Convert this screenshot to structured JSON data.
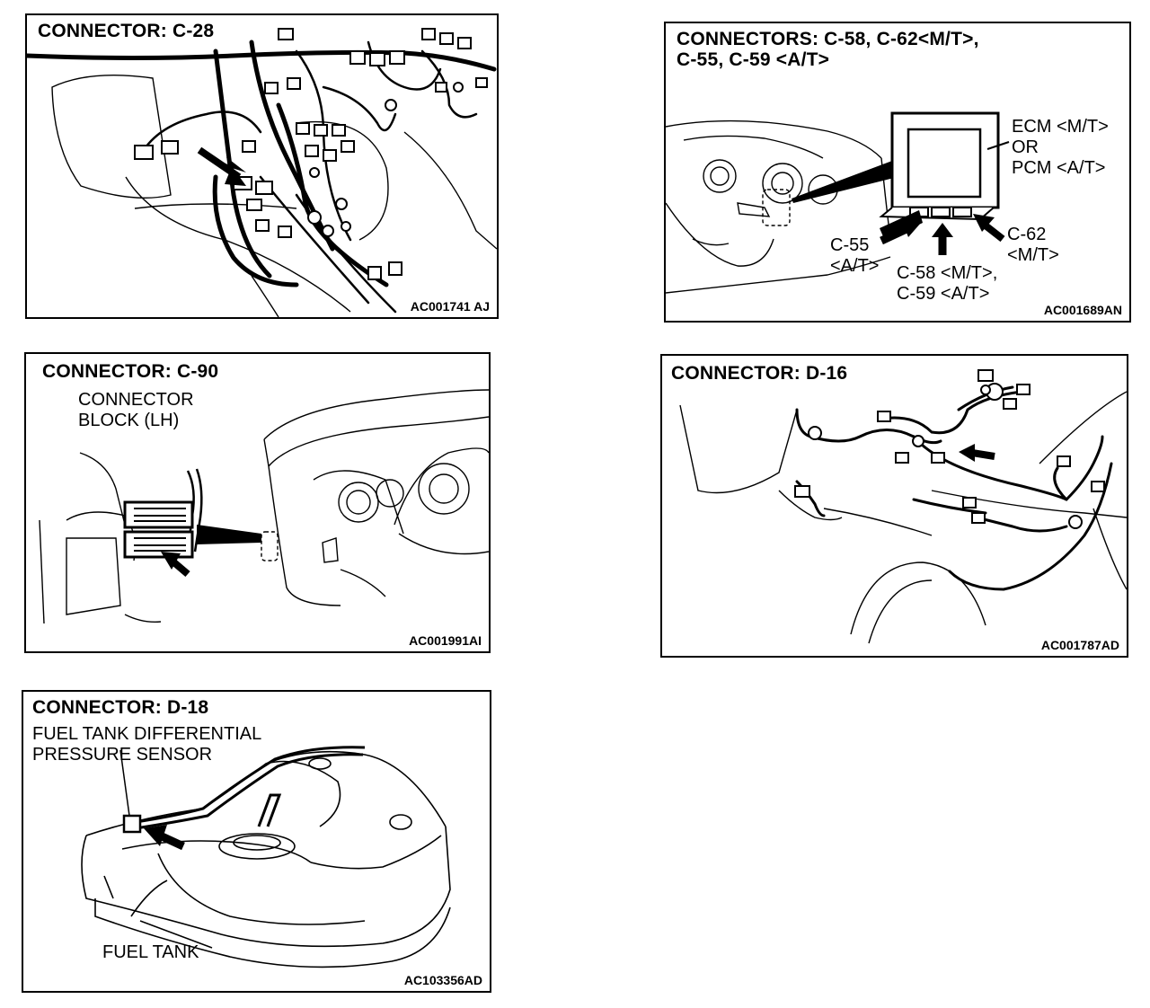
{
  "figures": [
    {
      "title": "CONNECTOR: C-28",
      "code": "AC001741 AJ",
      "labels": []
    },
    {
      "title": "CONNECTORS: C-58, C-62<M/T>,\nC-55, C-59 <A/T>",
      "code": "AC001689AN",
      "labels": {
        "ecm": "ECM <M/T>\nOR\nPCM <A/T>",
        "c62": "C-62\n<M/T>",
        "c55": "C-55\n<A/T>",
        "c58": "C-58 <M/T>,\nC-59 <A/T>"
      }
    },
    {
      "title": "CONNECTOR: C-90",
      "code": "AC001991AI",
      "labels": {
        "block": "CONNECTOR\nBLOCK (LH)"
      }
    },
    {
      "title": "CONNECTOR: D-16",
      "code": "AC001787AD",
      "labels": []
    },
    {
      "title": "CONNECTOR: D-18",
      "code": "AC103356AD",
      "labels": {
        "sensor": "FUEL TANK DIFFERENTIAL\nPRESSURE SENSOR",
        "tank": "FUEL TANK"
      }
    }
  ]
}
